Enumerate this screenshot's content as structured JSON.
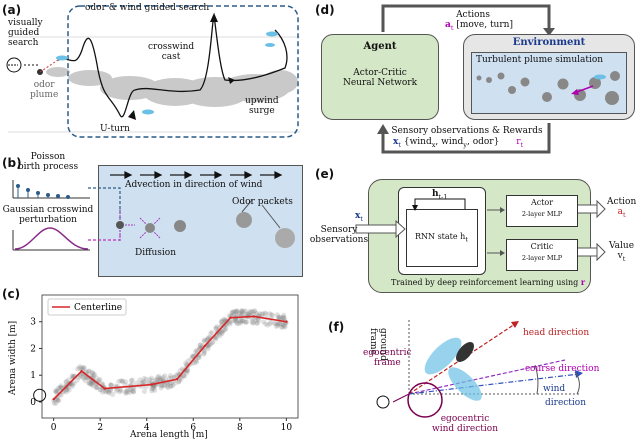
{
  "panels": {
    "a": {
      "label": "(a)",
      "visually_guided_search": "visually\nguided\nsearch",
      "odor_wind_guided_search": "odor & wind guided search",
      "odor_plume": "odor\nplume",
      "crosswind_cast": "crosswind\ncast",
      "upwind_surge": "upwind\nsurge",
      "u_turn": "U-turn"
    },
    "b": {
      "label": "(b)",
      "poisson": "Poisson\nbirth process",
      "gaussian": "Gaussian crosswind\nperturbation",
      "advection": "Advection in direction of wind",
      "odor_packets": "Odor packets",
      "diffusion": "Diffusion"
    },
    "c": {
      "label": "(c)",
      "legend": "Centerline",
      "xlabel": "Arena length [m]",
      "ylabel": "Arena width [m]"
    },
    "d": {
      "label": "(d)",
      "agent_title": "Agent",
      "agent_body": "Actor-Critic\nNeural Network",
      "env_title": "Environment",
      "env_sub": "Turbulent plume simulation",
      "actions": "Actions",
      "actions_vec": "[move, turn]",
      "sensory": "Sensory observations & Rewards",
      "obs_x": "x",
      "obs_t": "t",
      "obs_vec": "{wind",
      "obs_vec_rest": ", wind",
      "obs_odor": ", odor}",
      "r": "r",
      "a": "a",
      "sub_x": "x",
      "sub_y": "y"
    },
    "e": {
      "label": "(e)",
      "sensory": "Sensory\nobservations",
      "x": "x",
      "t": "t",
      "h_prev": "h",
      "h_prev_sub": "t-1",
      "rnn": "RNN state h",
      "rnn_sub": "t",
      "actor": "Actor",
      "actor_sub": "2-layer MLP",
      "critic": "Critic",
      "critic_sub": "2-layer MLP",
      "action": "Action",
      "a": "a",
      "value": "Value",
      "v": "v",
      "trained": "Trained by deep reinforcement learning using",
      "r": "r"
    },
    "f": {
      "label": "(f)",
      "ground_frame": "ground\nframe",
      "head_direction": "head direction",
      "course_direction": "course direction",
      "wind": "wind",
      "direction": "direction",
      "egocentric_frame": "egocentric\nframe",
      "egocentric_wind": "egocentric\nwind direction"
    }
  },
  "chart_data": {
    "type": "line",
    "title": "",
    "xlabel": "Arena length [m]",
    "ylabel": "Arena width [m]",
    "xlim": [
      -0.5,
      10.5
    ],
    "ylim": [
      -0.6,
      4
    ],
    "xticks": [
      0,
      2,
      4,
      6,
      8,
      10
    ],
    "yticks": [
      0,
      1,
      2,
      3
    ],
    "grid": false,
    "legend": "top-left",
    "series": [
      {
        "name": "Centerline",
        "color": "#d62728",
        "x": [
          0,
          1.2,
          2.2,
          4.2,
          5.3,
          6.5,
          7.6,
          8.6,
          10
        ],
        "y": [
          0.1,
          1.15,
          0.5,
          0.65,
          0.85,
          2.1,
          3.15,
          3.2,
          3.0
        ]
      }
    ]
  },
  "colors": {
    "panel_blue": "#cfe0f1",
    "agent_green": "#d4e7c6",
    "env_gray": "#e6e6e6",
    "dash_blue": "#2b5c8a",
    "trajectory": "#111111",
    "plume": "#888888",
    "centerline": "#d62728"
  }
}
